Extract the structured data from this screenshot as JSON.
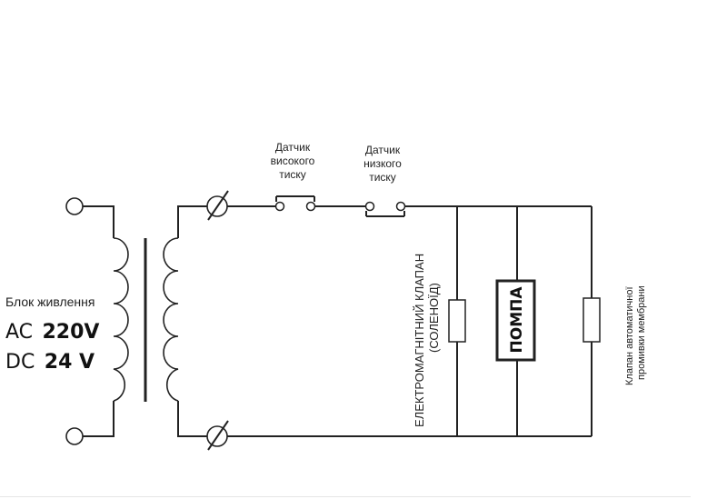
{
  "power_supply": {
    "label": "Блок живлення",
    "ac_prefix": "AC",
    "ac_value": "220V",
    "dc_prefix": "DC",
    "dc_value": "24 V"
  },
  "high_pressure_sensor": {
    "line1": "Датчик",
    "line2": "високого",
    "line3": "тиску"
  },
  "low_pressure_sensor": {
    "line1": "Датчик",
    "line2": "низкого",
    "line3": "тиску"
  },
  "solenoid_valve": {
    "line1": "ЕЛЕКТРОМАГНІТНИЙ КЛАПАН",
    "line2": "(СОЛЕНОЇД)"
  },
  "pump": {
    "label": "ПОМПА"
  },
  "flush_valve": {
    "line1": "Клапан автоматичної",
    "line2": "промивки мембрани"
  }
}
